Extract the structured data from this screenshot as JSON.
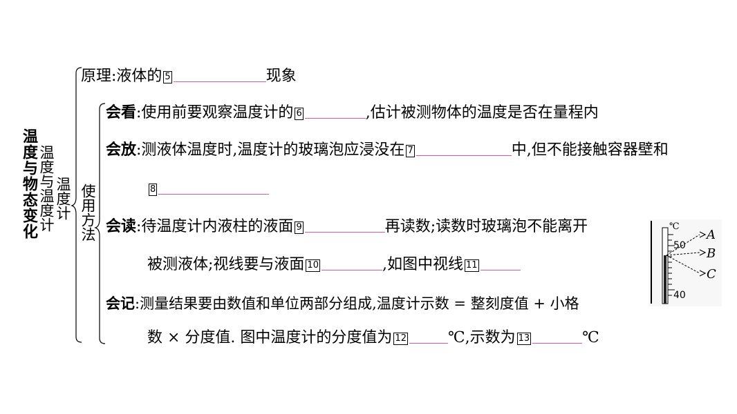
{
  "vertical_labels": {
    "topic": "温度与物态变化",
    "sub1": "温度与温度计",
    "sub2": "温度计",
    "sub3": "使用方法"
  },
  "lines": {
    "principle": {
      "prefix": "原理:液体的",
      "num": "5",
      "suffix": "现象"
    },
    "look": {
      "key": "会看",
      "text": ":使用前要观察温度计的",
      "num": "6",
      "suffix": ",估计被测物体的温度是否在量程内"
    },
    "place": {
      "key": "会放",
      "text": ":测液体温度时,温度计的玻璃泡应浸没在",
      "num": "7",
      "suffix": "中,但不能接触容器壁和",
      "num2": "8"
    },
    "read": {
      "key": "会读",
      "text": ":待温度计内液柱的液面",
      "num": "9",
      "suffix": "再读数;读数时玻璃泡不能离开",
      "line2": "被测液体;视线要与液面",
      "num2": "10",
      "mid": ",如图中视线",
      "num3": "11"
    },
    "record": {
      "key": "会记",
      "text": ":测量结果要由数值和单位两部分组成,温度计示数 = 整刻度值 + 小格",
      "line2": "数 × 分度值. 图中温度计的分度值为",
      "num": "12",
      "unit1": "℃,示数为",
      "num2": "13",
      "unit2": "℃"
    }
  },
  "figure": {
    "unit": "℃",
    "tick_top": "50",
    "tick_bottom": "40",
    "sightlines": [
      "A",
      "B",
      "C"
    ]
  },
  "colors": {
    "blank_line": "#e0559a"
  }
}
